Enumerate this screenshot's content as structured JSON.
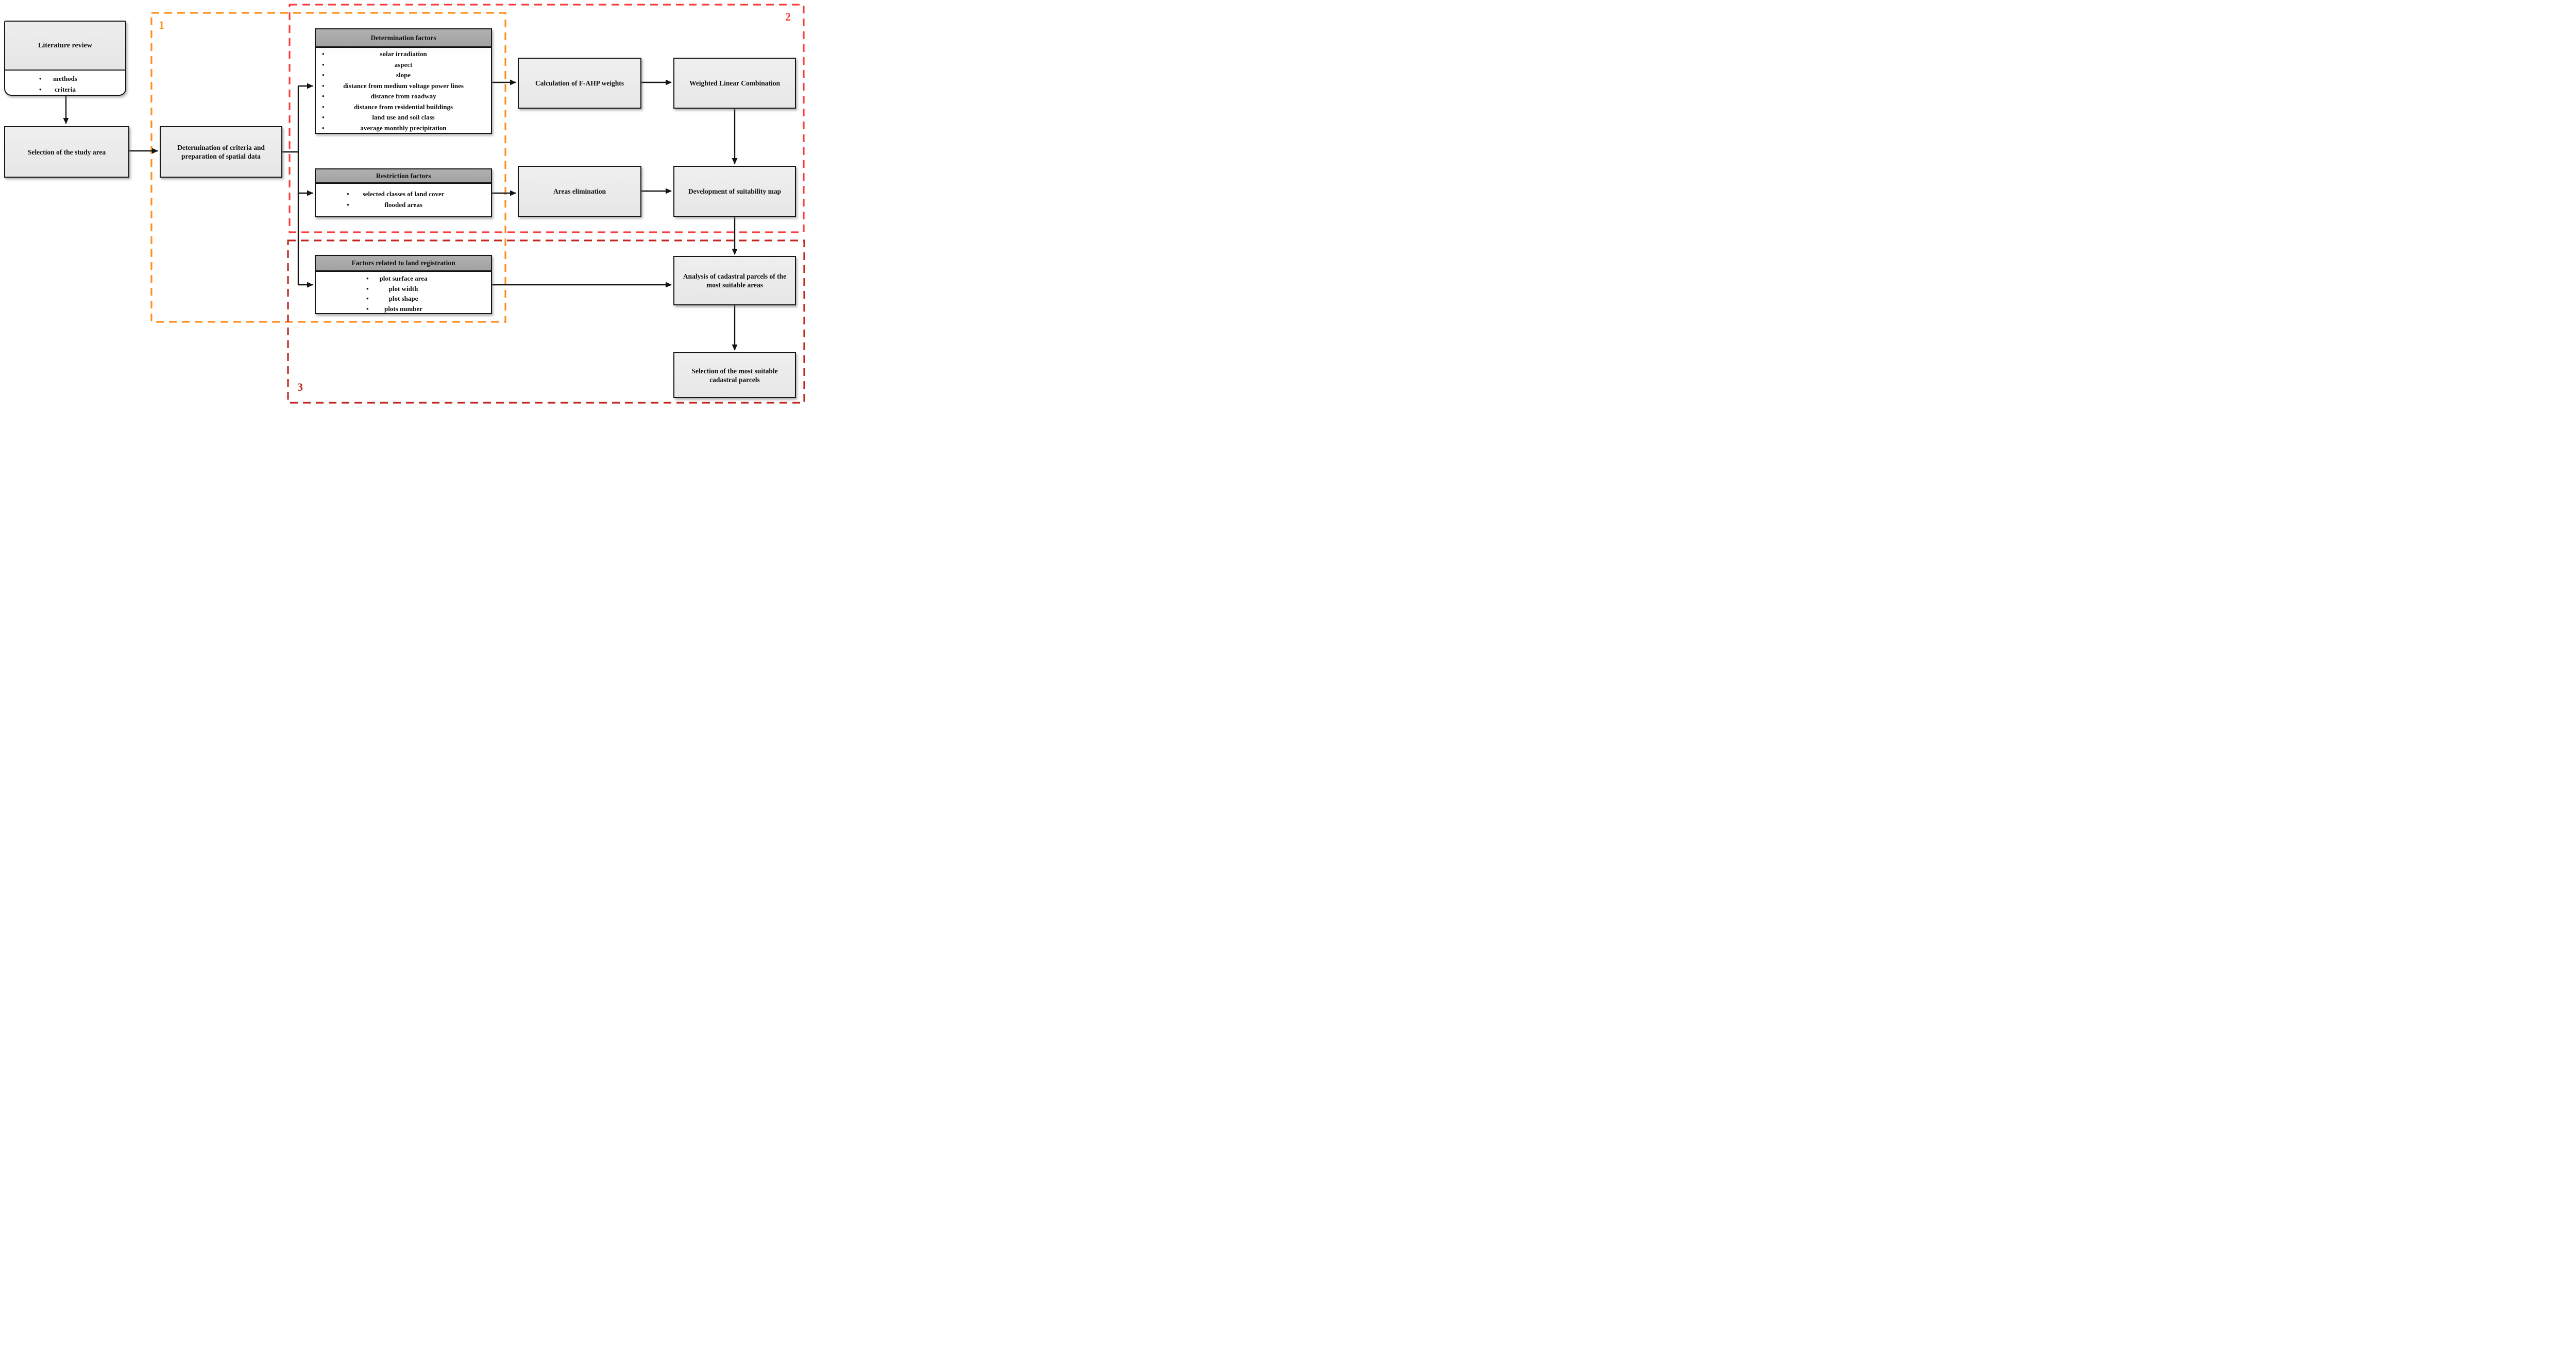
{
  "ui": {
    "bullet_char": "•"
  },
  "diagram": {
    "boxes": {
      "literature_review": {
        "title": "Literature review",
        "items": [
          "methods",
          "criteria"
        ]
      },
      "selection_study_area": {
        "label": "Selection of the study area"
      },
      "determination_criteria": {
        "label": "Determination of criteria and preparation of spatial data"
      },
      "determination_factors": {
        "header": "Determination factors",
        "items": [
          "solar irradiation",
          "aspect",
          "slope",
          "distance from medium voltage power lines",
          "distance from roadway",
          "distance from residential buildings",
          "land use and soil class",
          "average monthly precipitation"
        ]
      },
      "restriction_factors": {
        "header": "Restriction factors",
        "items": [
          "selected classes of land cover",
          "flooded areas"
        ]
      },
      "factors_land_registration": {
        "header": "Factors related to land registration",
        "items": [
          "plot surface area",
          "plot width",
          "plot shape",
          "plots number"
        ]
      },
      "calculation_fahp": {
        "label": "Calculation of F-AHP weights"
      },
      "weighted_linear_combination": {
        "label": "Weighted Linear Combination"
      },
      "areas_elimination": {
        "label": "Areas elimination"
      },
      "development_suitability_map": {
        "label": "Development of suitability map"
      },
      "analysis_cadastral_parcels": {
        "label": "Analysis of cadastral parcels of the most suitable areas"
      },
      "selection_cadastral_parcels": {
        "label": "Selection of the most suitable cadastral parcels"
      }
    },
    "groups": {
      "g1": {
        "label": "1",
        "color": "#ff8d1a"
      },
      "g2": {
        "label": "2",
        "color": "#fb3d3d"
      },
      "g3": {
        "label": "3",
        "color": "#c0261e"
      }
    },
    "line_color": "#141414"
  }
}
